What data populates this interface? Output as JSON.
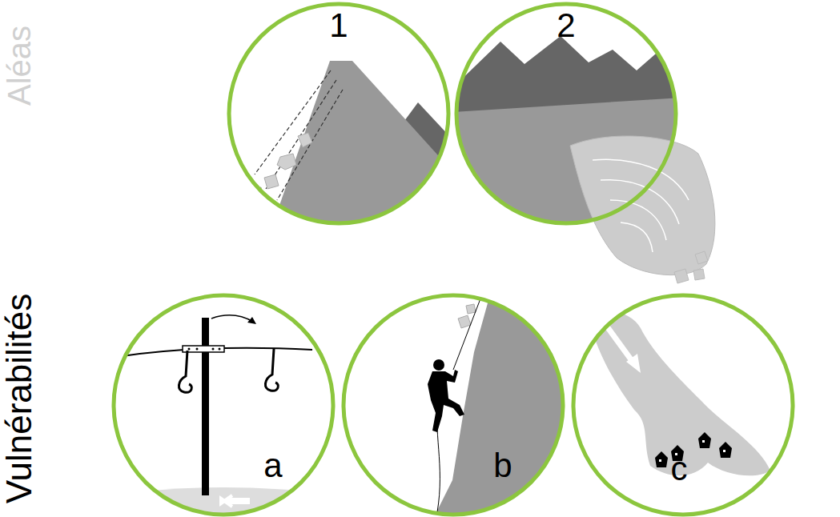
{
  "diagram": {
    "nodes": [
      {
        "text": [
          "1"
        ]
      },
      {
        "text": [
          "2"
        ]
      },
      {
        "text": [
          "a"
        ]
      },
      {
        "text": [
          "b"
        ]
      },
      {
        "text": [
          "c"
        ]
      }
    ],
    "labels": [
      "Aléas",
      "Vulnérabilités"
    ]
  }
}
